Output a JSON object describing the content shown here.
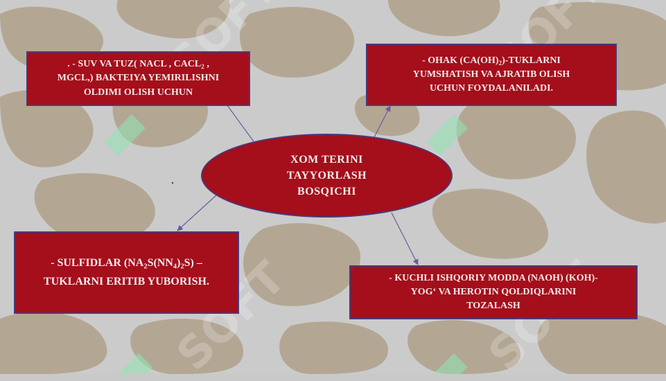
{
  "center": {
    "lines": [
      "XOM  TERINI",
      "TAYYORLASH",
      "BOSQICHI"
    ]
  },
  "boxes": {
    "top_left": {
      "line1_pre": ". -  SUV VA TUZ( NACL  , CACL",
      "line1_sub": "2",
      "line1_post": " ,",
      "line2": "MGCL,) BAKTEIYA YEMIRILISHNI",
      "line3": "OLDIMI OLISH UCHUN"
    },
    "top_right": {
      "line1_pre": "- OHAK (CA(OH)",
      "line1_sub": "2",
      "line1_post": ")-TUKLARNI",
      "line2": "YUMSHATISH VA AJRATIB OLISH",
      "line3": "UCHUN FOYDALANILADI."
    },
    "bottom_left": {
      "line1_a": "- SULFIDLAR (NA",
      "line1_sub1": "2",
      "line1_b": "S(NN",
      "line1_sub2": "4",
      "line1_c": ")",
      "line1_sub3": "2",
      "line1_d": "S) –",
      "line2": "TUKLARNI ERITIB YUBORISH."
    },
    "bottom_right": {
      "line1": "- KUCHLI ISHQORIY MODDA (NAOH)  (KOH)-",
      "line2": "YOG‘ VA HEROTIN QOLDIQLARINI",
      "line3": "TOZALASH"
    }
  },
  "watermark": "SOFT",
  "colors": {
    "box_fill": "#a50e1b",
    "box_border": "#4a3a7a",
    "text": "#f3ecec",
    "background_light": "#c9c9c9",
    "background_blob": "#b3a794"
  }
}
